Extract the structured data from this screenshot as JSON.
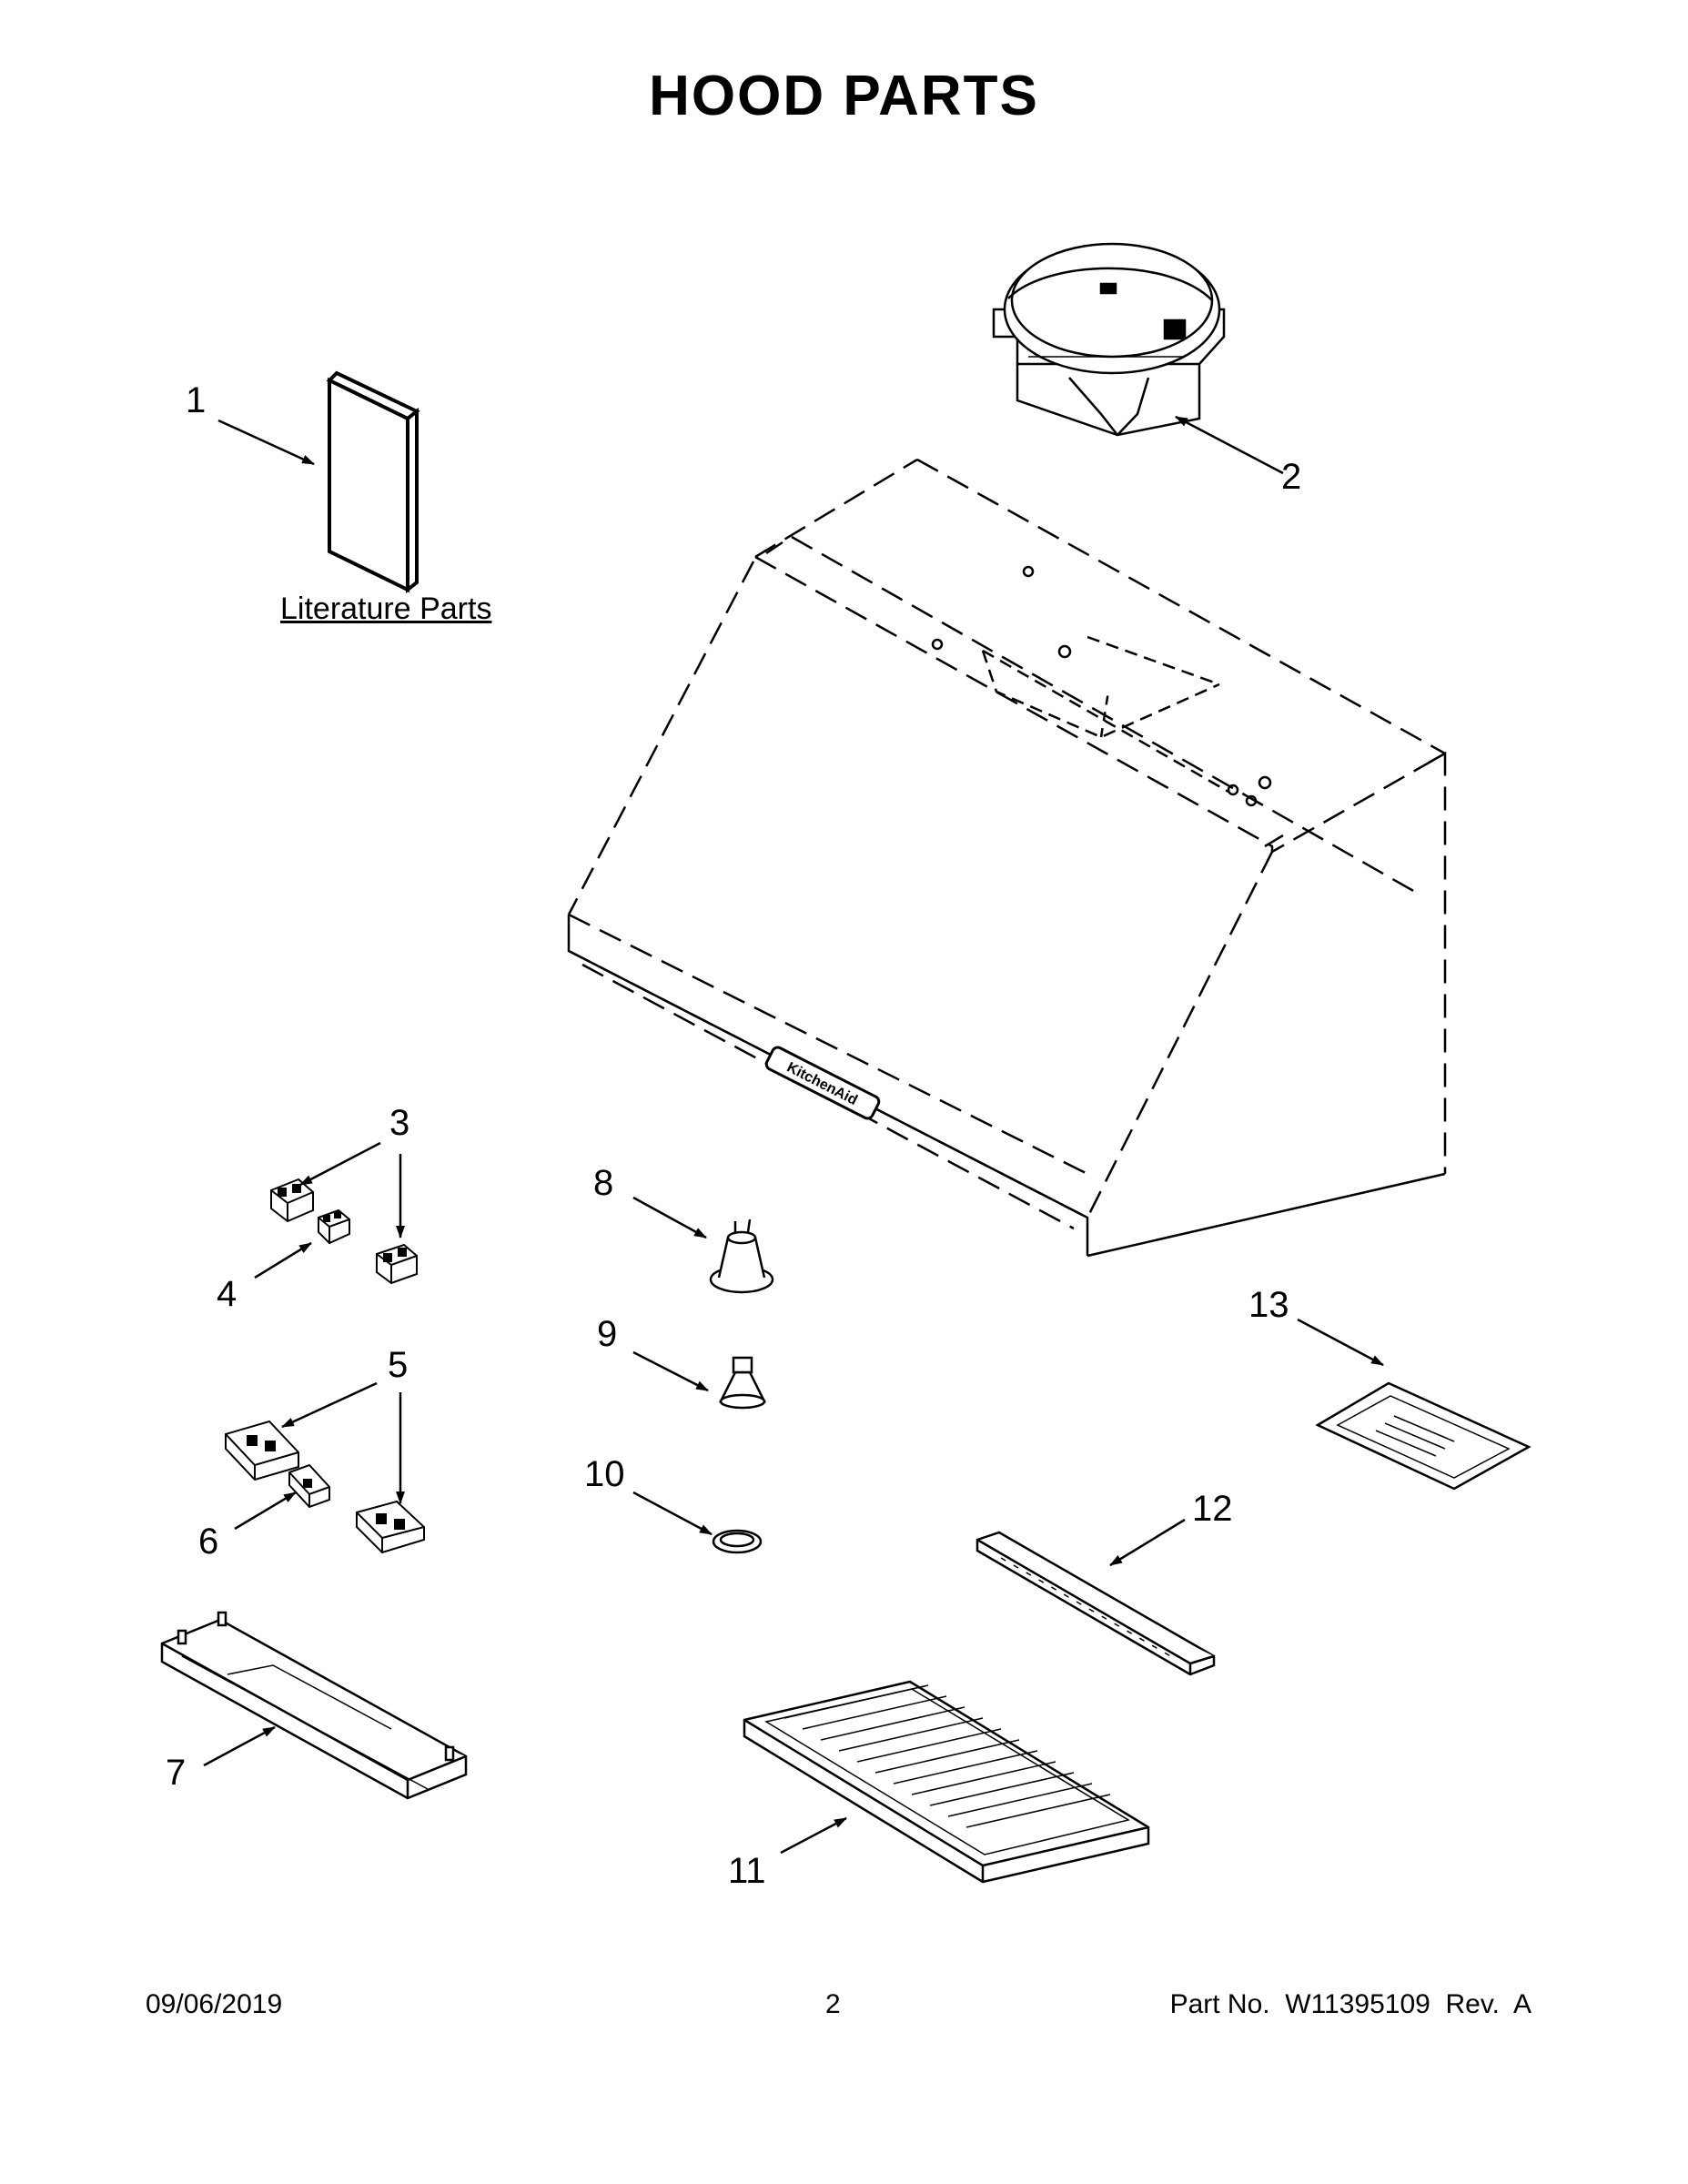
{
  "page": {
    "title": "HOOD PARTS",
    "footer": {
      "date": "09/06/2019",
      "page_number": "2",
      "part_number": "Part No.  W11395109  Rev.  A"
    },
    "literature_label": "Literature Parts",
    "hood_logo_text": "KitchenAid"
  },
  "callouts": [
    {
      "id": "1",
      "label": "1"
    },
    {
      "id": "2",
      "label": "2"
    },
    {
      "id": "3",
      "label": "3"
    },
    {
      "id": "4",
      "label": "4"
    },
    {
      "id": "5",
      "label": "5"
    },
    {
      "id": "6",
      "label": "6"
    },
    {
      "id": "7",
      "label": "7"
    },
    {
      "id": "8",
      "label": "8"
    },
    {
      "id": "9",
      "label": "9"
    },
    {
      "id": "10",
      "label": "10"
    },
    {
      "id": "11",
      "label": "11"
    },
    {
      "id": "12",
      "label": "12"
    },
    {
      "id": "13",
      "label": "13"
    }
  ]
}
